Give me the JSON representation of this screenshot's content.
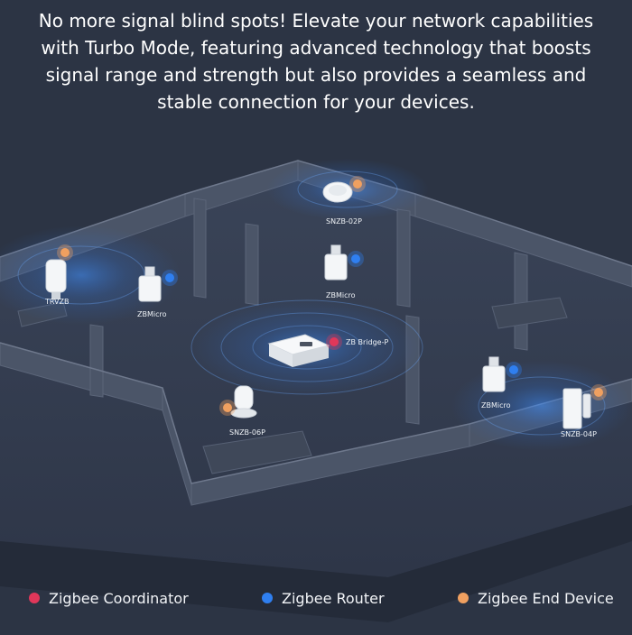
{
  "headline": "No more signal blind spots! Elevate your network capabilities with Turbo Mode, featuring advanced technology that boosts signal range and strength but also provides a seamless and stable connection for your devices.",
  "colors": {
    "background": "#2c3444",
    "coordinator": "#e0375a",
    "router": "#2f7ff0",
    "end_device": "#f0a060"
  },
  "devices": [
    {
      "id": "snzb-02p",
      "label": "SNZB-02P",
      "role": "end_device",
      "icon": "round-sensor-icon"
    },
    {
      "id": "trvzb",
      "label": "TRVZB",
      "role": "end_device",
      "icon": "thermostat-valve-icon"
    },
    {
      "id": "zbmicro-1",
      "label": "ZBMicro",
      "role": "router",
      "icon": "usb-adapter-icon"
    },
    {
      "id": "zbmicro-2",
      "label": "ZBMicro",
      "role": "router",
      "icon": "usb-adapter-icon"
    },
    {
      "id": "zb-bridge-p",
      "label": "ZB Bridge-P",
      "role": "coordinator",
      "icon": "bridge-hub-icon"
    },
    {
      "id": "snzb-06p",
      "label": "SNZB-06P",
      "role": "end_device",
      "icon": "presence-sensor-icon"
    },
    {
      "id": "zbmicro-3",
      "label": "ZBMicro",
      "role": "router",
      "icon": "usb-adapter-icon"
    },
    {
      "id": "snzb-04p",
      "label": "SNZB-04P",
      "role": "end_device",
      "icon": "door-sensor-icon"
    }
  ],
  "legend": [
    {
      "label": "Zigbee Coordinator",
      "color": "#e0375a"
    },
    {
      "label": "Zigbee Router",
      "color": "#2f7ff0"
    },
    {
      "label": "Zigbee End Device",
      "color": "#f0a060"
    }
  ]
}
